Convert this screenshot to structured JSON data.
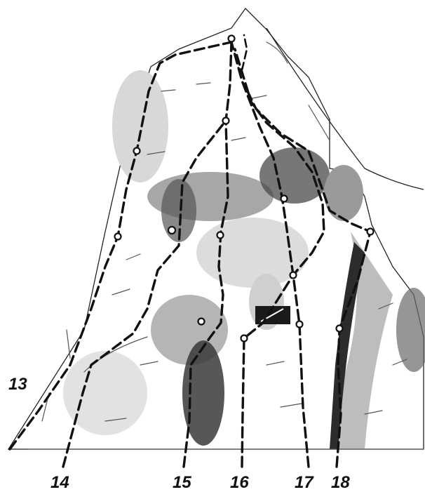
{
  "topo": {
    "route_labels": [
      "13",
      "14",
      "15",
      "16",
      "17",
      "18"
    ],
    "colors": {
      "ink": "#111111",
      "rock_shadow": "#3a3a3a",
      "rock_mid": "#c9c9c9",
      "paper": "#ffffff"
    }
  }
}
